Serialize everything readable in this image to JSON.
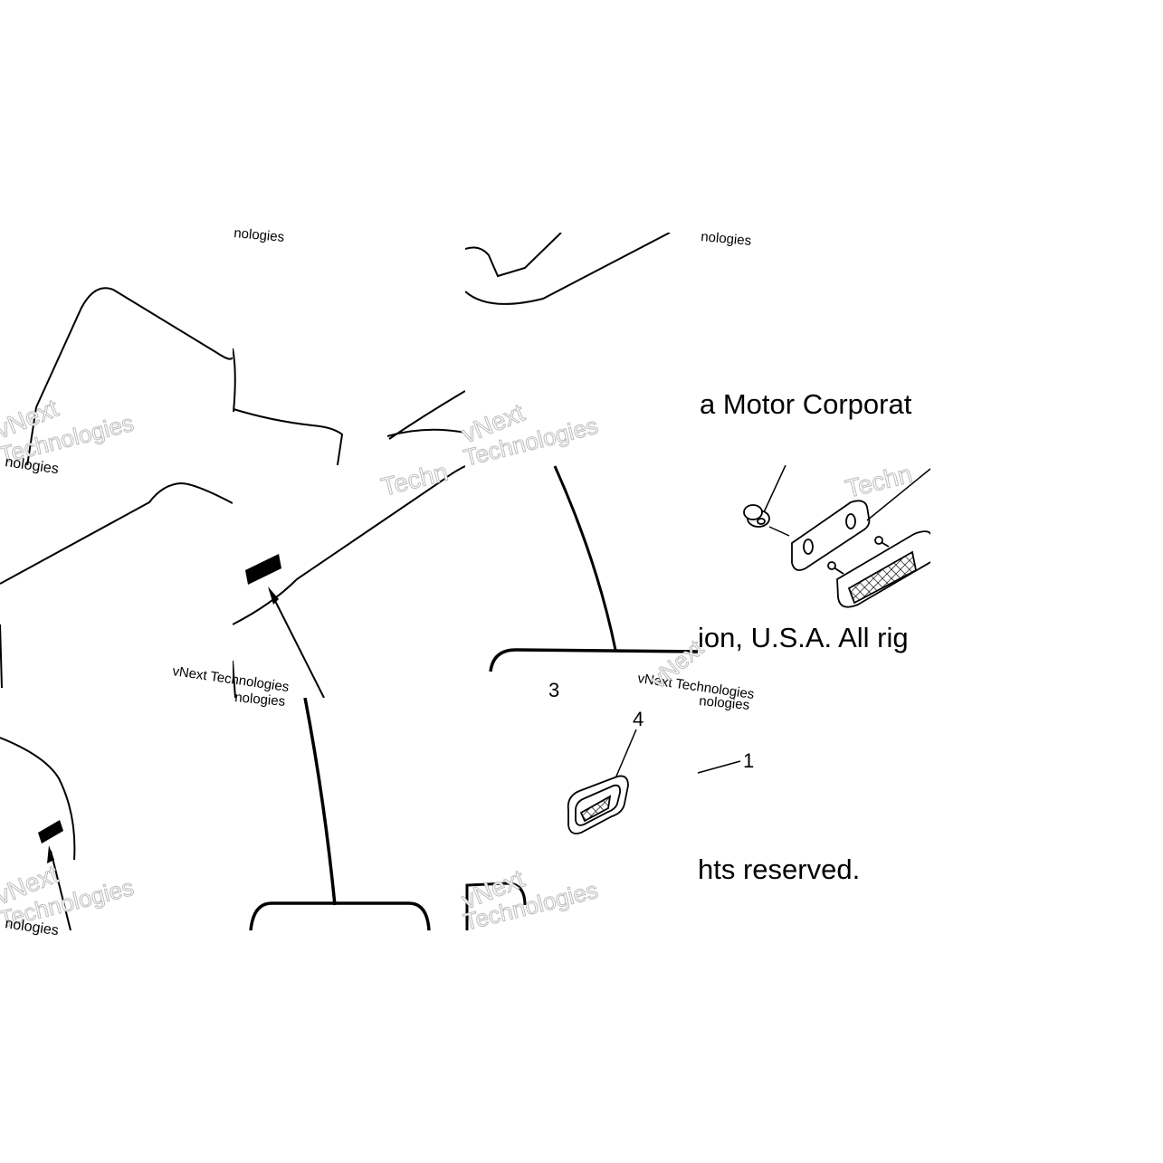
{
  "copyright": {
    "line1": "a Motor Corporat",
    "line2": "ion, U.S.A. All rig",
    "line3": "hts reserved."
  },
  "callouts": [
    "3",
    "4",
    "1"
  ],
  "watermarks": {
    "short": "vNext",
    "tech": "Technologies",
    "tech_partial": "Techn",
    "combined": "vNext Technologies",
    "fragment": "nologies"
  }
}
